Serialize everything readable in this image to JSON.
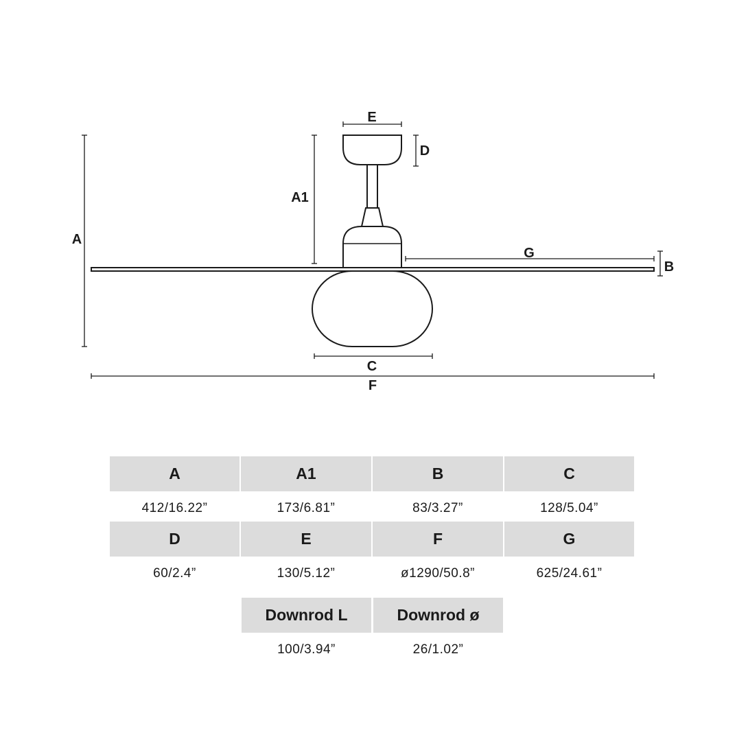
{
  "diagram": {
    "labels": {
      "A": "A",
      "A1": "A1",
      "B": "B",
      "C": "C",
      "D": "D",
      "E": "E",
      "F": "F",
      "G": "G"
    }
  },
  "table": {
    "rows": [
      [
        {
          "label": "A",
          "value": "412/16.22”"
        },
        {
          "label": "A1",
          "value": "173/6.81”"
        },
        {
          "label": "B",
          "value": "83/3.27”"
        },
        {
          "label": "C",
          "value": "128/5.04”"
        }
      ],
      [
        {
          "label": "D",
          "value": "60/2.4”"
        },
        {
          "label": "E",
          "value": "130/5.12”"
        },
        {
          "label": "F",
          "value": "ø1290/50.8”"
        },
        {
          "label": "G",
          "value": "625/24.61”"
        }
      ],
      [
        {
          "label": "Downrod L",
          "value": "100/3.94”"
        },
        {
          "label": "Downrod ø",
          "value": "26/1.02”"
        }
      ]
    ]
  },
  "colors": {
    "header_bg": "#dcdcdc",
    "line": "#1a1a1a"
  }
}
